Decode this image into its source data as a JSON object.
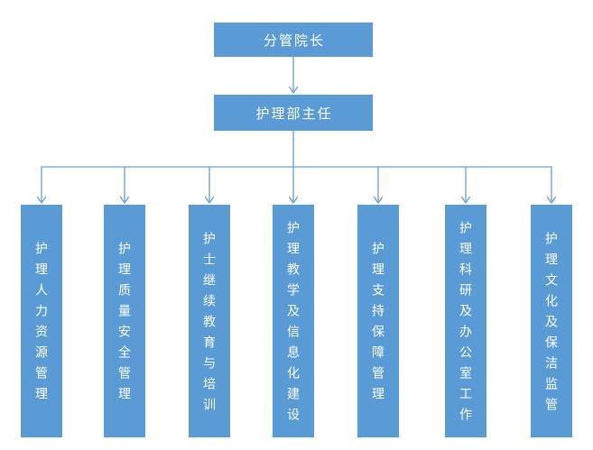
{
  "colors": {
    "box_fill": "#5B9BD5",
    "box_text": "#FFFFFF",
    "line_color": "#6B9FD8",
    "background": "#FFFFFF"
  },
  "nodes": {
    "root": {
      "label": "分管院长"
    },
    "manager": {
      "label": "护理部主任"
    }
  },
  "departments": [
    {
      "label": "护理人力资源管理"
    },
    {
      "label": "护理质量安全管理"
    },
    {
      "label": "护士继续教育与培训"
    },
    {
      "label": "护理教学及信息化建设"
    },
    {
      "label": "护理支持保障管理"
    },
    {
      "label": "护理科研及办公室工作"
    },
    {
      "label": "护理文化及保洁监管"
    }
  ]
}
